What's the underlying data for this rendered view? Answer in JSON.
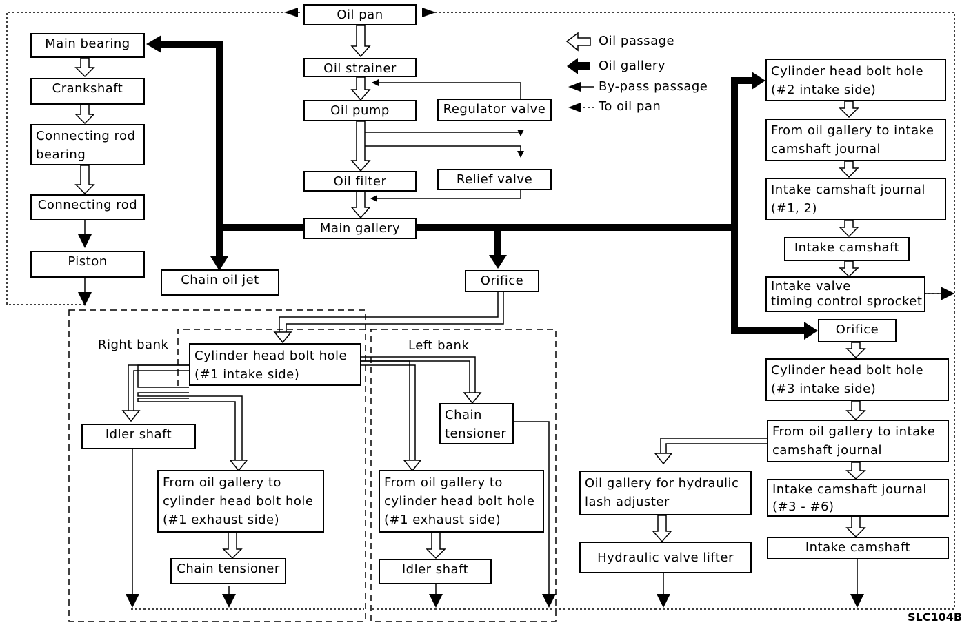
{
  "diagram_code": "SLC104B",
  "legend": {
    "oil_passage": "Oil passage",
    "oil_gallery": "Oil gallery",
    "bypass_passage": "By-pass passage",
    "to_oil_pan": "To oil pan"
  },
  "labels": {
    "right_bank": "Right bank",
    "left_bank": "Left bank"
  },
  "nodes": {
    "oil_pan": "Oil pan",
    "oil_strainer": "Oil strainer",
    "oil_pump": "Oil pump",
    "regulator_valve": "Regulator valve",
    "oil_filter": "Oil filter",
    "relief_valve": "Relief valve",
    "main_gallery": "Main gallery",
    "main_bearing": "Main bearing",
    "crankshaft": "Crankshaft",
    "connecting_rod_bearing": "Connecting rod\nbearing",
    "connecting_rod": "Connecting rod",
    "piston": "Piston",
    "chain_oil_jet": "Chain oil jet",
    "orifice_center": "Orifice",
    "cyl_head_bolt_hole_1": "Cylinder head bolt hole\n(#1 intake side)",
    "idler_shaft_right": "Idler shaft",
    "from_gallery_right": "From oil gallery to\ncylinder head bolt hole\n(#1 exhaust side)",
    "chain_tensioner_right": "Chain tensioner",
    "chain_tensioner_left": "Chain\ntensioner",
    "from_gallery_left": "From oil gallery to\ncylinder head bolt hole\n(#1 exhaust side)",
    "idler_shaft_left": "Idler shaft",
    "cyl_head_bolt_hole_2": "Cylinder head bolt hole\n(#2 intake side)",
    "from_gallery_intake_1": "From oil gallery to intake\ncamshaft journal",
    "intake_cam_journal_1": "Intake camshaft journal\n(#1, 2)",
    "intake_camshaft_1": "Intake camshaft",
    "ivtc_sprocket": "Intake valve\ntiming control sprocket",
    "orifice_right": "Orifice",
    "cyl_head_bolt_hole_3": "Cylinder head bolt hole\n(#3 intake side)",
    "from_gallery_intake_2": "From oil gallery to intake\ncamshaft journal",
    "intake_cam_journal_2": "Intake camshaft journal\n(#3 - #6)",
    "intake_camshaft_2": "Intake camshaft",
    "hla_gallery": "Oil gallery for hydraulic\nlash adjuster",
    "hydraulic_valve_lifter": "Hydraulic valve lifter"
  }
}
